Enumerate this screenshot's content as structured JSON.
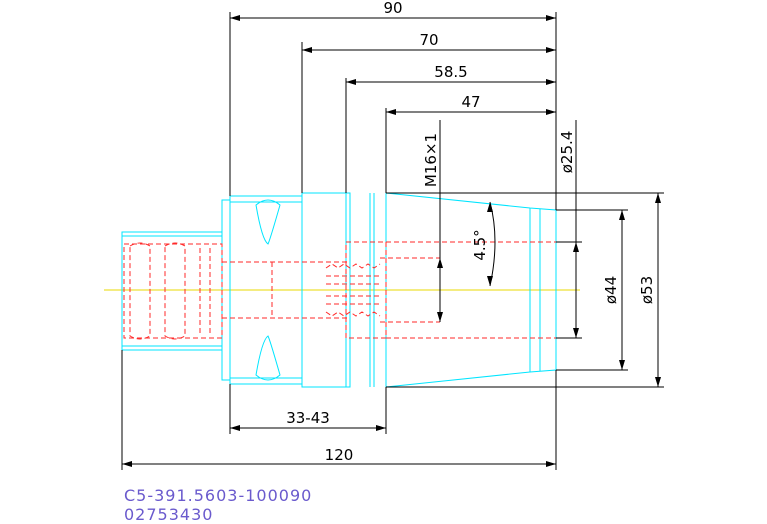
{
  "colors": {
    "outline": "#00e5ff",
    "hidden": "#ff2a2a",
    "dimension": "#000000",
    "centerline": "#e8d800",
    "code": "#6a5acd"
  },
  "dimensions": {
    "overall_90": "90",
    "body_70": "70",
    "flange_58_5": "58.5",
    "taper_47": "47",
    "thread": "M16×1",
    "bore_dia": "ø25.4",
    "taper_angle": "4.5°",
    "taper_dia": "ø44",
    "flange_dia": "ø53",
    "clamp_range": "33-43",
    "total_120": "120"
  },
  "part": {
    "code": "C5-391.5603-100090",
    "number": "02753430"
  }
}
